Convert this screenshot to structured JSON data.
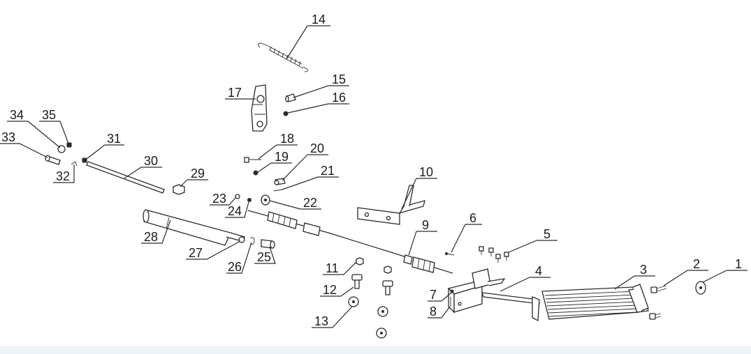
{
  "diagram": {
    "background": "#ffffff",
    "line_color": "#2a2a2a",
    "footer_color": "#eef3f8",
    "callouts": [
      "1",
      "2",
      "3",
      "4",
      "5",
      "6",
      "7",
      "8",
      "9",
      "10",
      "11",
      "12",
      "13",
      "14",
      "15",
      "16",
      "17",
      "18",
      "19",
      "20",
      "21",
      "22",
      "23",
      "24",
      "25",
      "26",
      "27",
      "28",
      "29",
      "30",
      "31",
      "32",
      "33",
      "34",
      "35"
    ]
  }
}
